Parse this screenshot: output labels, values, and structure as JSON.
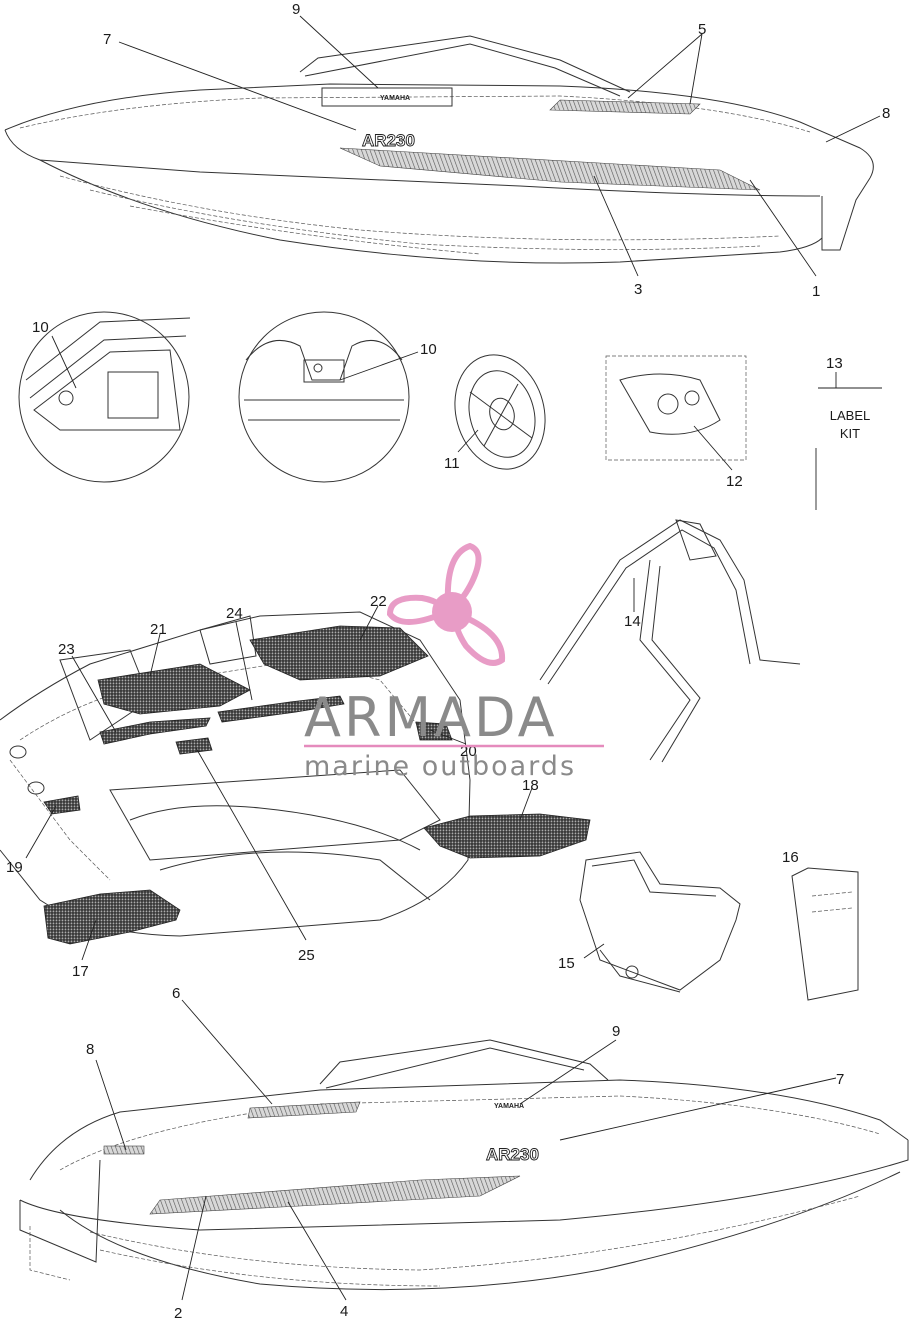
{
  "callouts": {
    "c1": "1",
    "c2": "2",
    "c3": "3",
    "c4": "4",
    "c5": "5",
    "c6": "6",
    "c7_top": "7",
    "c7_bottom": "7",
    "c8_top": "8",
    "c8_bottom": "8",
    "c9_top": "9",
    "c9_bottom": "9",
    "c10_left": "10",
    "c10_right": "10",
    "c11": "11",
    "c12": "12",
    "c13": "13",
    "c14": "14",
    "c15": "15",
    "c16": "16",
    "c17": "17",
    "c18": "18",
    "c19": "19",
    "c20": "20",
    "c21": "21",
    "c22": "22",
    "c23": "23",
    "c24": "24",
    "c25": "25"
  },
  "label_kit": {
    "line1": "LABEL",
    "line2": "KIT"
  },
  "decals": {
    "brand": "YAMAHA",
    "model": "AR230"
  },
  "watermark": {
    "title": "ARMADA",
    "subtitle": "marine outboards",
    "icon": "propeller-icon",
    "accent_color": "#e58bbd",
    "text_color": "#8a8a8a"
  }
}
